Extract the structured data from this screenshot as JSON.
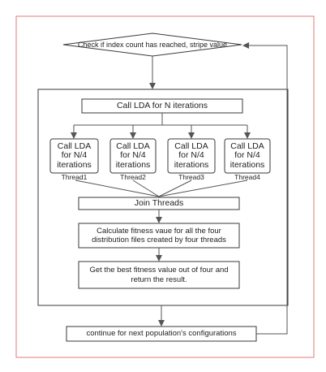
{
  "diagram": {
    "decision_label": "Check if index count has reached, stripe value",
    "call_lda_n": "Call LDA for N iterations",
    "thread_boxes": [
      {
        "text": "Call LDA\nfor N/4\niterations",
        "thread_label": "Thread1"
      },
      {
        "text": "Call LDA\nfor N/4\niterations",
        "thread_label": "Thread2"
      },
      {
        "text": "Call LDA\nfor N/4\niterations",
        "thread_label": "Thread3"
      },
      {
        "text": "Call LDA\nfor N/4\niterations",
        "thread_label": "Thread4"
      }
    ],
    "join_threads": "Join Threads",
    "calc_fitness": "Calculate fitness vaue for all the four distribution files created by four threads",
    "best_fitness": "Get the best fitness value out of four and return the result.",
    "continue_label": "continue for next population's configurations"
  },
  "colors": {
    "outer_border": "#e07a7a",
    "box_stroke": "#3a3a3a",
    "arrow": "#555555",
    "text": "#222222"
  }
}
